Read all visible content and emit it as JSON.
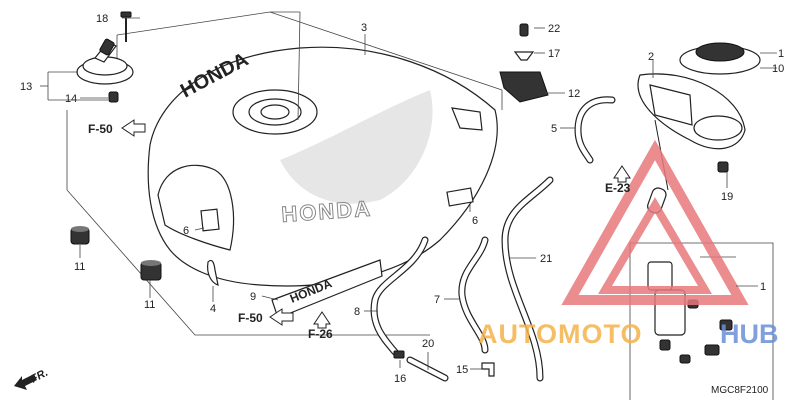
{
  "callouts": {
    "c1": "1",
    "c1b": "1",
    "c2": "2",
    "c3": "3",
    "c4": "4",
    "c5": "5",
    "c6a": "6",
    "c6b": "6",
    "c7": "7",
    "c8": "8",
    "c9": "9",
    "c10": "10",
    "c11a": "11",
    "c11b": "11",
    "c12": "12",
    "c13": "13",
    "c14": "14",
    "c15": "15",
    "c16": "16",
    "c17": "17",
    "c18": "18",
    "c19": "19",
    "c20": "20",
    "c21": "21",
    "c22": "22"
  },
  "refs": {
    "f50_top": "F-50",
    "f50_bottom": "F-50",
    "f26": "F-26",
    "e23": "E-23",
    "fr": "FR."
  },
  "tank_text": {
    "side_logo": "HONDA",
    "top_logo": "HONDA",
    "decal": "HONDA"
  },
  "watermark": {
    "word_a": "AUTOMOTO",
    "word_b": "HUB",
    "colors": {
      "a": "#f4b24a",
      "b": "#6b8fd6",
      "triangle": "#e8787c"
    }
  },
  "diagram_code": "MGC8F2100"
}
